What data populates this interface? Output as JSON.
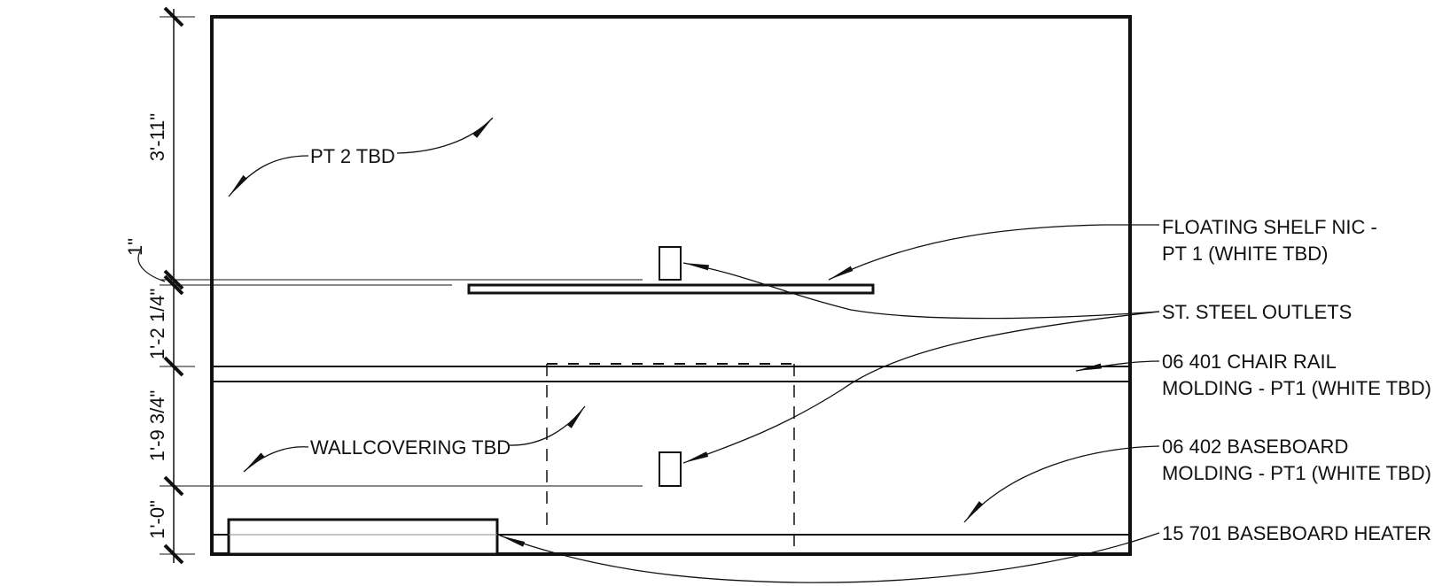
{
  "drawing": {
    "type": "interior wall elevation",
    "line_color": "#111111",
    "background": "#ffffff"
  },
  "dimensions": {
    "d1": "3'-11\"",
    "d2": "1\"",
    "d3": "1'-2 1/4\"",
    "d4": "1'-9 3/4\"",
    "d5": "1'-0\""
  },
  "notes": {
    "pt2": "PT 2 TBD",
    "wallcovering": "WALLCOVERING TBD",
    "shelf_line1": "FLOATING SHELF NIC -",
    "shelf_line2": "PT 1 (WHITE TBD)",
    "outlets": "ST. STEEL OUTLETS",
    "chair_line1": "06 401 CHAIR RAIL",
    "chair_line2": "MOLDING - PT1 (WHITE TBD)",
    "base_line1": "06 402 BASEBOARD",
    "base_line2": "MOLDING - PT1 (WHITE TBD)",
    "heater": "15 701 BASEBOARD HEATER"
  }
}
